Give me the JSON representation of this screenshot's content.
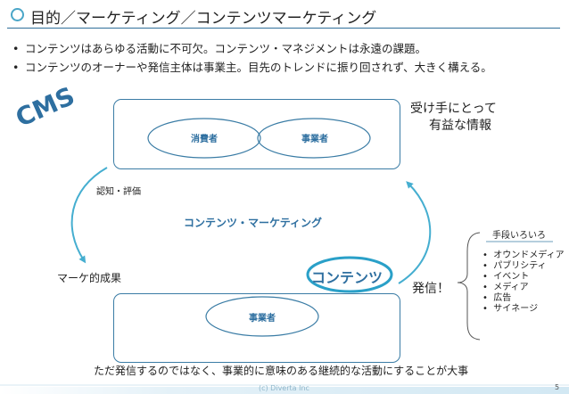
{
  "header": {
    "title": "目的／マーケティング／コンテンツマーケティング"
  },
  "bullets": [
    "コンテンツはあらゆる活動に不可欠。コンテンツ・マネジメントは永遠の課題。",
    "コンテンツのオーナーや発信主体は事業主。目先のトレンドに振り回されず、大きく構える。"
  ],
  "diagram": {
    "cms_label": "CMS",
    "top_box": {
      "circle_left": "消費者",
      "circle_right": "事業者"
    },
    "recognition_label": "認知・評価",
    "center_label": "コンテンツ・マーケティング",
    "result_label": "マーケ的成果",
    "content_label": "コンテンツ",
    "bottom_box": {
      "circle": "事業者"
    },
    "receiver_label_line1": "受け手にとって",
    "receiver_label_line2": "有益な情報",
    "send_label": "発信！",
    "methods": {
      "title": "手段いろいろ",
      "items": [
        "オウンドメディア",
        "パブリシティ",
        "イベント",
        "メディア",
        "広告",
        "サイネージ"
      ]
    },
    "conclusion": "ただ発信するのではなく、事業的に意味のある継続的な活動にすることが大事"
  },
  "footer": {
    "copyright": "(c) Diverta Inc",
    "page_number": "5"
  },
  "colors": {
    "accent": "#2e6fa0",
    "line": "#3a7ca5",
    "arrow": "#45aed0",
    "highlight_ring": "#2aa0c8",
    "marker": "#4aa6c8"
  }
}
